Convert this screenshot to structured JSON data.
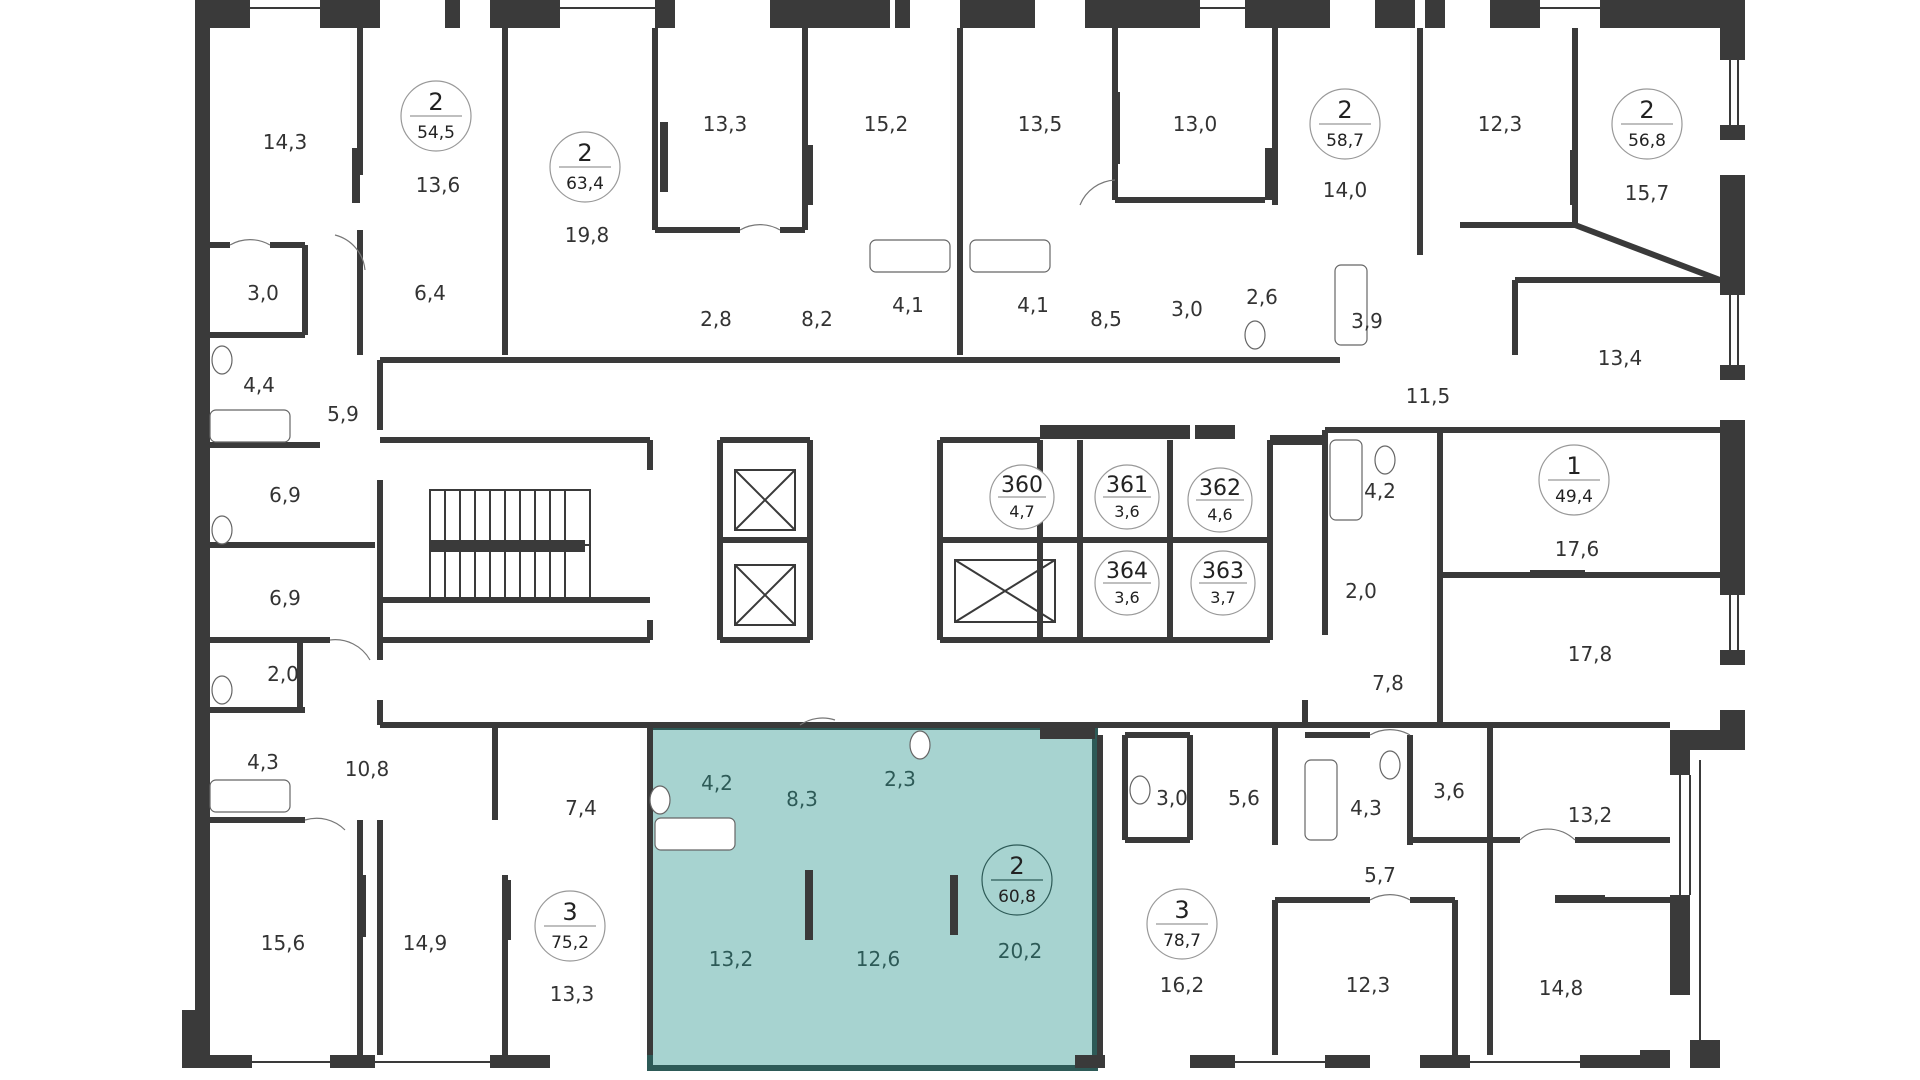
{
  "colors": {
    "wall": "#3a3a3a",
    "highlight_fill": "#a7d3d0",
    "highlight_text": "#2d5a57",
    "text": "#333333"
  },
  "highlight": {
    "room_count": "2",
    "total_area": "60,8",
    "rooms": [
      "4,2",
      "8,3",
      "2,3",
      "13,2",
      "12,6",
      "20,2"
    ]
  },
  "apartments": [
    {
      "id": "apt-a",
      "room_count": "2",
      "total_area": "54,5"
    },
    {
      "id": "apt-b",
      "room_count": "2",
      "total_area": "63,4"
    },
    {
      "id": "apt-c",
      "room_count": "2",
      "total_area": "58,7"
    },
    {
      "id": "apt-d",
      "room_count": "2",
      "total_area": "56,8"
    },
    {
      "id": "apt-e",
      "room_count": "1",
      "total_area": "49,4"
    },
    {
      "id": "apt-f",
      "room_count": "3",
      "total_area": "75,2"
    },
    {
      "id": "apt-g",
      "room_count": "2",
      "total_area": "60,8"
    },
    {
      "id": "apt-h",
      "room_count": "3",
      "total_area": "78,7"
    }
  ],
  "storage": [
    {
      "number": "360",
      "area": "4,7"
    },
    {
      "number": "361",
      "area": "3,6"
    },
    {
      "number": "362",
      "area": "4,6"
    },
    {
      "number": "364",
      "area": "3,6"
    },
    {
      "number": "363",
      "area": "3,7"
    }
  ],
  "rooms": [
    "14,3",
    "13,6",
    "19,8",
    "13,3",
    "15,2",
    "13,5",
    "13,0",
    "14,0",
    "12,3",
    "15,7",
    "3,0",
    "6,4",
    "2,8",
    "8,2",
    "4,1",
    "4,1",
    "8,5",
    "3,0",
    "2,6",
    "3,9",
    "13,4",
    "4,4",
    "5,9",
    "11,5",
    "6,9",
    "4,2",
    "17,6",
    "6,9",
    "2,0",
    "17,8",
    "2,0",
    "7,8",
    "4,3",
    "10,8",
    "7,4",
    "3,0",
    "5,6",
    "4,3",
    "3,6",
    "13,2",
    "5,7",
    "15,6",
    "14,9",
    "13,3",
    "16,2",
    "12,3",
    "14,8"
  ]
}
